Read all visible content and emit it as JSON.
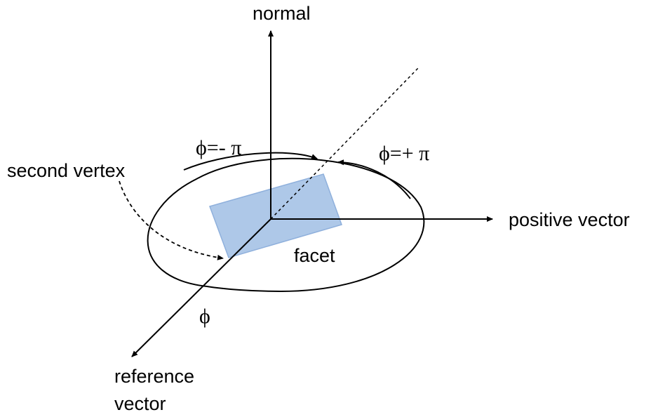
{
  "labels": {
    "normal": "normal",
    "second_vertex": "second vertex",
    "positive_vector": "positive vector",
    "facet": "facet",
    "reference_vector_line1": "reference",
    "reference_vector_line2": "vector",
    "phi": "ϕ",
    "phi_minus_pi": "ϕ=- π",
    "phi_plus_pi": "ϕ=+ π"
  },
  "colors": {
    "facet_fill": "#aec8e8",
    "facet_stroke": "#8fb0dc",
    "stroke": "#000000"
  }
}
